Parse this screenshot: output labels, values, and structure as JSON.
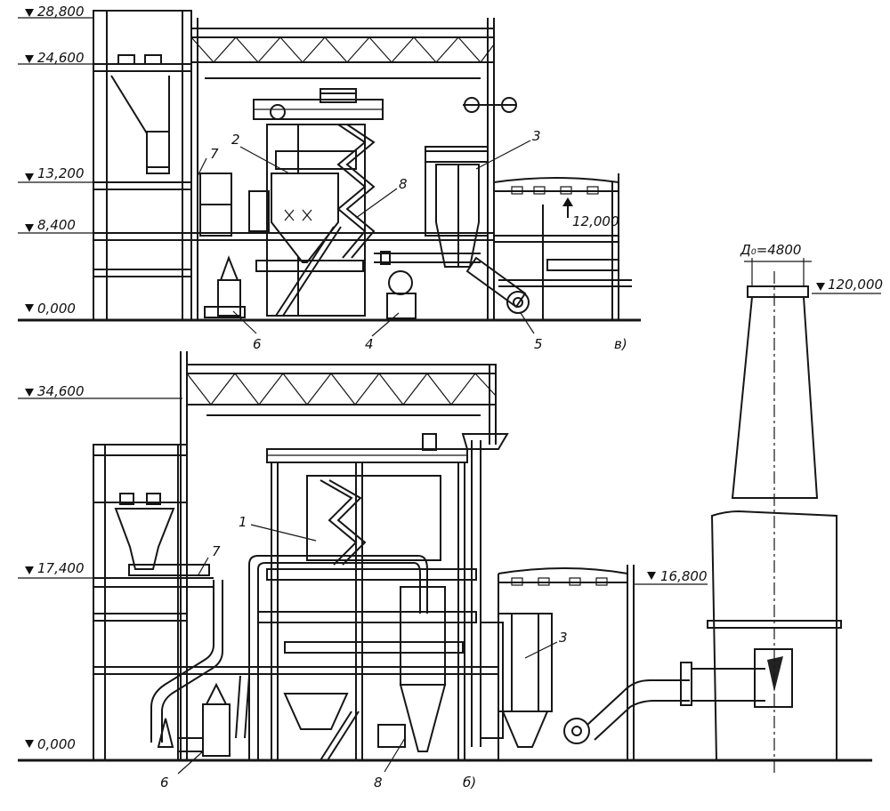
{
  "top_section": {
    "levels": [
      "28,800",
      "24,600",
      "13,200",
      "8,400",
      "0,000"
    ],
    "roof_level": "12,000",
    "callouts": [
      "2",
      "3",
      "7",
      "8",
      "6",
      "4",
      "5"
    ],
    "section_label": "в)"
  },
  "bottom_section": {
    "levels": [
      "34,600",
      "17,400",
      "0,000"
    ],
    "roof_level": "16,800",
    "callouts": [
      "1",
      "7",
      "3",
      "6",
      "8"
    ],
    "section_label": "б)"
  },
  "chimney": {
    "diameter_label": "Д₀=4800",
    "top_level": "120,000"
  }
}
